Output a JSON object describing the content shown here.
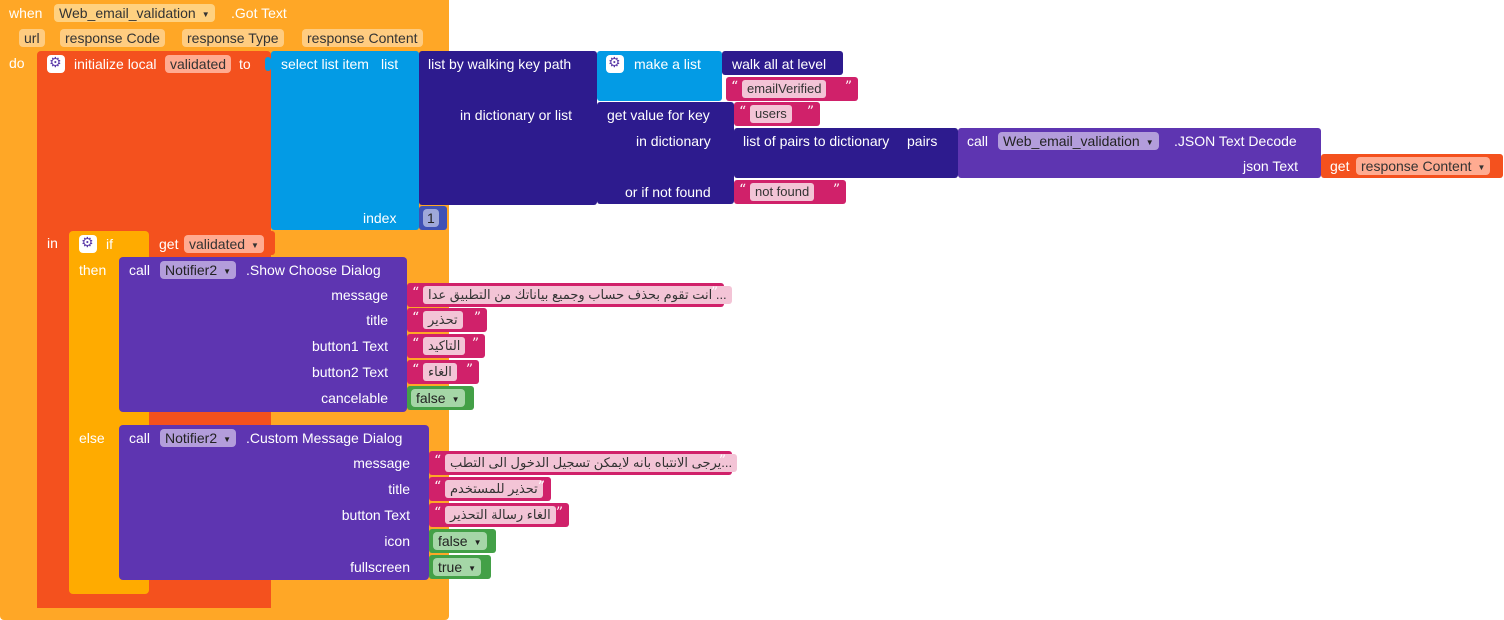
{
  "event": {
    "when": "when",
    "component": "Web_email_validation",
    "event_name": ".Got Text",
    "params": [
      "url",
      "response Code",
      "response Type",
      "response Content"
    ],
    "do": "do"
  },
  "init_local": {
    "label": "initialize local",
    "var_name": "validated",
    "to": "to",
    "in": "in"
  },
  "select_item": {
    "label": "select list item",
    "list_socket": "list",
    "index_socket": "index",
    "index_value": "1"
  },
  "walk_path": {
    "label": "list by walking key path",
    "in_dict_socket": "in dictionary or list"
  },
  "make_list": {
    "label": "make a list",
    "walk_all": "walk all at level",
    "item_string": "emailVerified"
  },
  "get_value": {
    "label": "get value for key",
    "key": "users",
    "in_dictionary": "in dictionary",
    "not_found_socket": "or if not found",
    "not_found_value": "not found"
  },
  "pairs_dict": {
    "label": "list of pairs to dictionary",
    "pairs_socket": "pairs"
  },
  "json_decode": {
    "call": "call",
    "component": "Web_email_validation",
    "method": ".JSON Text Decode",
    "json_socket": "json Text",
    "get_label": "get",
    "get_var": "response Content"
  },
  "if_block": {
    "if": "if",
    "then": "then",
    "else": "else",
    "get_label": "get",
    "get_var": "validated"
  },
  "choose_dialog": {
    "call": "call",
    "component": "Notifier2",
    "method": ".Show Choose Dialog",
    "message_label": "message",
    "message_value": "... انت تقوم بحذف حساب وجميع بياناتك من التطبيق عدا",
    "title_label": "title",
    "title_value": "تحذير",
    "button1_label": "button1 Text",
    "button1_value": "التاكيد",
    "button2_label": "button2 Text",
    "button2_value": "الغاء",
    "cancelable_label": "cancelable",
    "cancelable_value": "false"
  },
  "custom_dialog": {
    "call": "call",
    "component": "Notifier2",
    "method": ".Custom Message Dialog",
    "message_label": "message",
    "message_value": "...يرجى الانتباه بانه لايمكن تسجيل الدخول الى التطب",
    "title_label": "title",
    "title_value": "تحذير للمستخدم",
    "button_label": "button Text",
    "button_value": "الغاء رسالة التحذير",
    "icon_label": "icon",
    "icon_value": "false",
    "fullscreen_label": "fullscreen",
    "fullscreen_value": "true"
  },
  "colors": {
    "event": "#ffa726",
    "local": "#f4511e",
    "lists": "#039be5",
    "dictionary": "#2d1b8e",
    "component": "#5e35b1",
    "text": "#d0216a",
    "logic": "#43a047",
    "control": "#ffab00",
    "math": "#3f51b5"
  }
}
